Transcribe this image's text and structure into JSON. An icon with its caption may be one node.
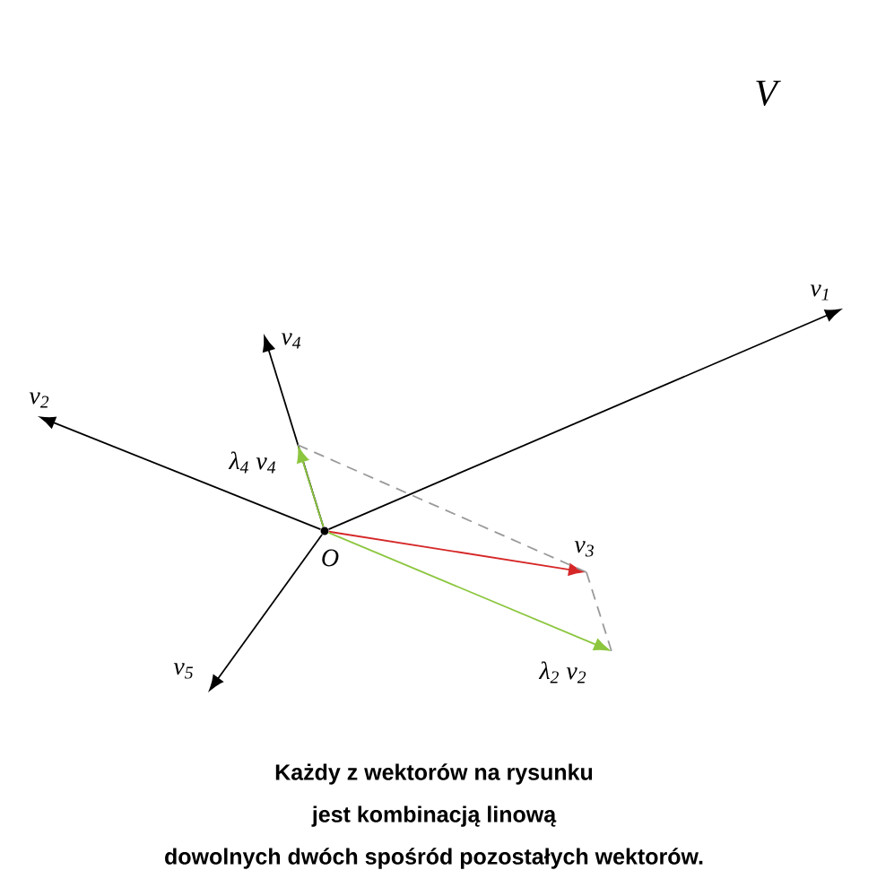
{
  "diagram": {
    "caption": "Każdy z wektorów na rysunku jest kombinacją linową dowolnych dwóch spośród pozostałych wektorów.",
    "nodes": [
      {
        "text": [
          "v$_{1}$"
        ]
      },
      {
        "text": [
          "v$_{4}$"
        ]
      },
      {
        "text": [
          "v$_{2}$"
        ]
      },
      {
        "text": [
          "λ$_{4}$ v$_{4}$"
        ]
      },
      {
        "text": [],
        "shape": "circle",
        "beside": [
          "O"
        ]
      },
      {
        "text": [
          "v$_{3}$"
        ]
      },
      {
        "text": [
          "v$_{5}$"
        ]
      },
      {
        "text": [
          "λ$_{2}$ v$_{2}$"
        ]
      }
    ],
    "edges": [
      {
        "from": 4,
        "to": 0,
        "arrow": "to"
      },
      {
        "from": 4,
        "to": 1,
        "arrow": "to"
      },
      {
        "from": 4,
        "to": 2,
        "arrow": "to"
      },
      {
        "from": 4,
        "to": 5,
        "arrow": "to",
        "color": "#d62728"
      },
      {
        "from": 4,
        "to": 6,
        "arrow": "to"
      },
      {
        "from": 4,
        "to": 3,
        "arrow": "to",
        "color": "#8cc63f"
      },
      {
        "from": 4,
        "to": 7,
        "arrow": "to",
        "color": "#8cc63f"
      },
      {
        "from": 3,
        "to": 5,
        "arrow": "none",
        "style": "dashed",
        "color": "#9a9a9a"
      },
      {
        "from": 5,
        "to": 7,
        "arrow": "none",
        "style": "dashed",
        "color": "#9a9a9a"
      }
    ],
    "labels": [
      "V"
    ]
  }
}
